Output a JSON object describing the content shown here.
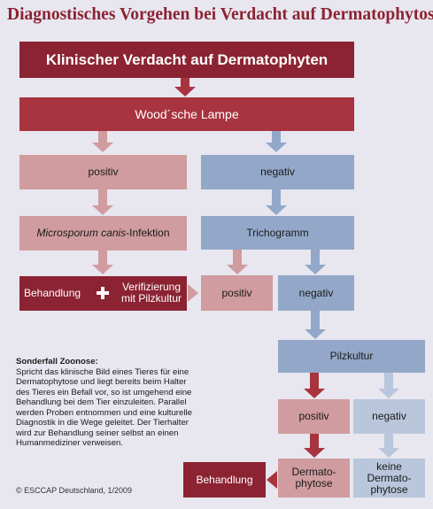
{
  "title": "Diagnostisches Vorgehen bei Verdacht auf Dermatophytose",
  "nodes": {
    "suspicion": "Klinischer Verdacht auf Dermatophyten",
    "woods_lamp": "Wood´sche Lampe",
    "woods_positive": "positiv",
    "woods_negative": "negativ",
    "microsporum_italic": "Microsporum canis",
    "microsporum_rest": "-Infektion",
    "treatment_left": "Behandlung",
    "verification_line1": "Verifizierung",
    "verification_line2": "mit Pilzkultur",
    "trichogram": "Trichogramm",
    "tricho_positive": "positiv",
    "tricho_negative": "negativ",
    "fungal_culture": "Pilzkultur",
    "culture_positive": "positiv",
    "culture_negative": "negativ",
    "treatment_bottom": "Behandlung",
    "dermatophytosis_line1": "Dermato-",
    "dermatophytosis_line2": "phytose",
    "no_derm_line1": "keine",
    "no_derm_line2": "Dermato-",
    "no_derm_line3": "phytose"
  },
  "note": {
    "title": "Sonderfall Zoonose:",
    "text": "Spricht das klinische Bild eines Tieres für eine Dermatophytose und liegt bereits beim Halter des Tieres ein Befall vor, so ist umgehend eine Behandlung bei dem Tier einzuleiten. Parallel werden Proben entnommen und eine kulturelle Diagnostik in die Wege geleitet. Der Tierhalter wird zur Behandlung seiner selbst an einen Humanmediziner verweisen."
  },
  "copyright": "© ESCCAP Deutschland, 1/2009",
  "colors": {
    "dark_red": "#8b2332",
    "wine": "#a8343f",
    "pink": "#d09c9f",
    "blue": "#93a8c9",
    "light_blue": "#b9c6dc",
    "background": "#e8e6ef"
  }
}
